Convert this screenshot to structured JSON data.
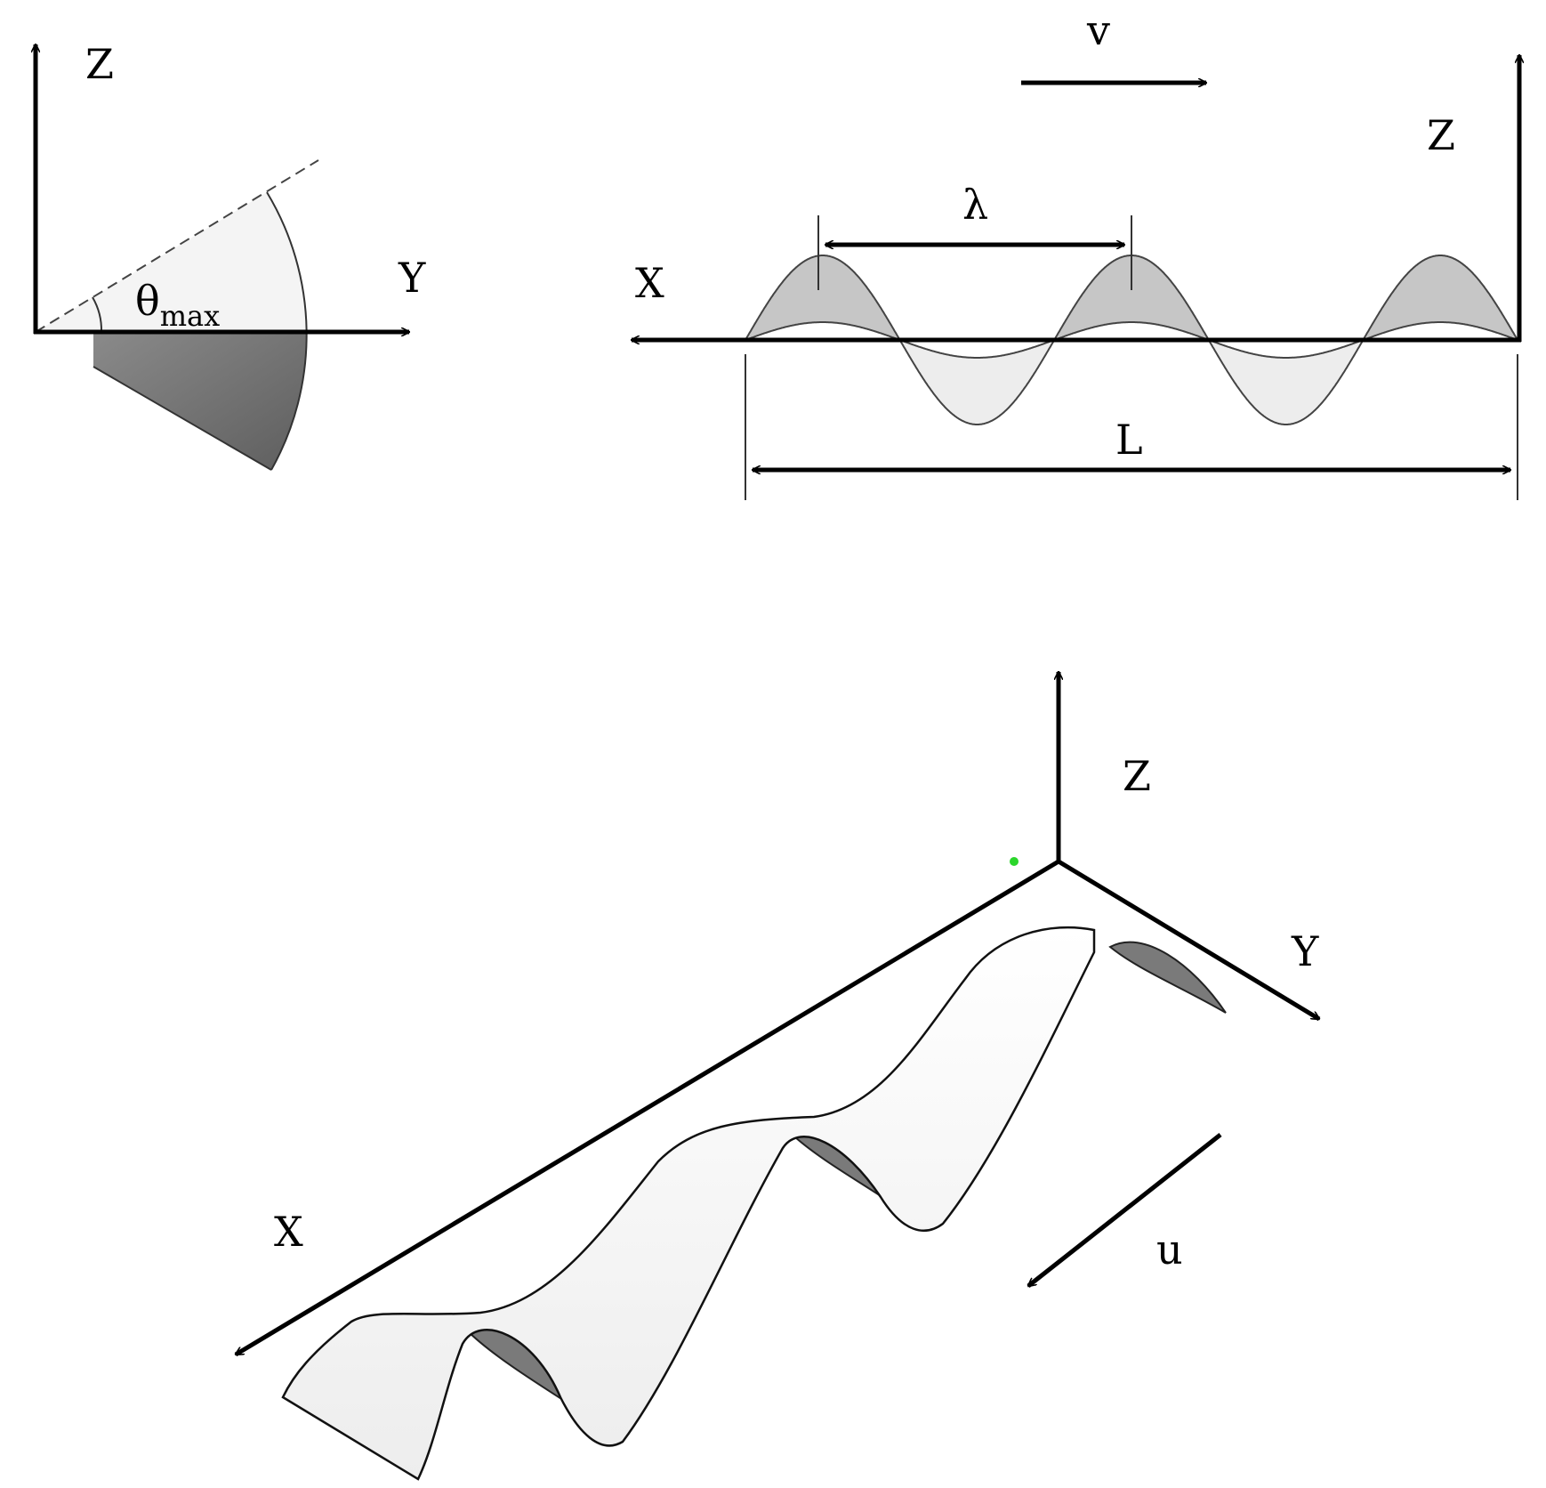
{
  "labels": {
    "top_left_z": "Z",
    "top_left_y": "Y",
    "theta": "θ",
    "theta_sub": "max",
    "velocity_v": "v",
    "top_right_z": "Z",
    "top_right_x": "X",
    "wavelength": "λ",
    "length": "L",
    "bottom_z": "Z",
    "bottom_y": "Y",
    "bottom_x": "X",
    "velocity_u": "u"
  },
  "colors": {
    "stroke": "#000000",
    "sector_dark": "#7a7a7a",
    "sector_light": "#f2f2f2",
    "fin_upper": "#c4c4c4",
    "fin_lower": "#ececec",
    "ribbon": "#fbfbfb",
    "ribbon_shadow": "#777777"
  }
}
